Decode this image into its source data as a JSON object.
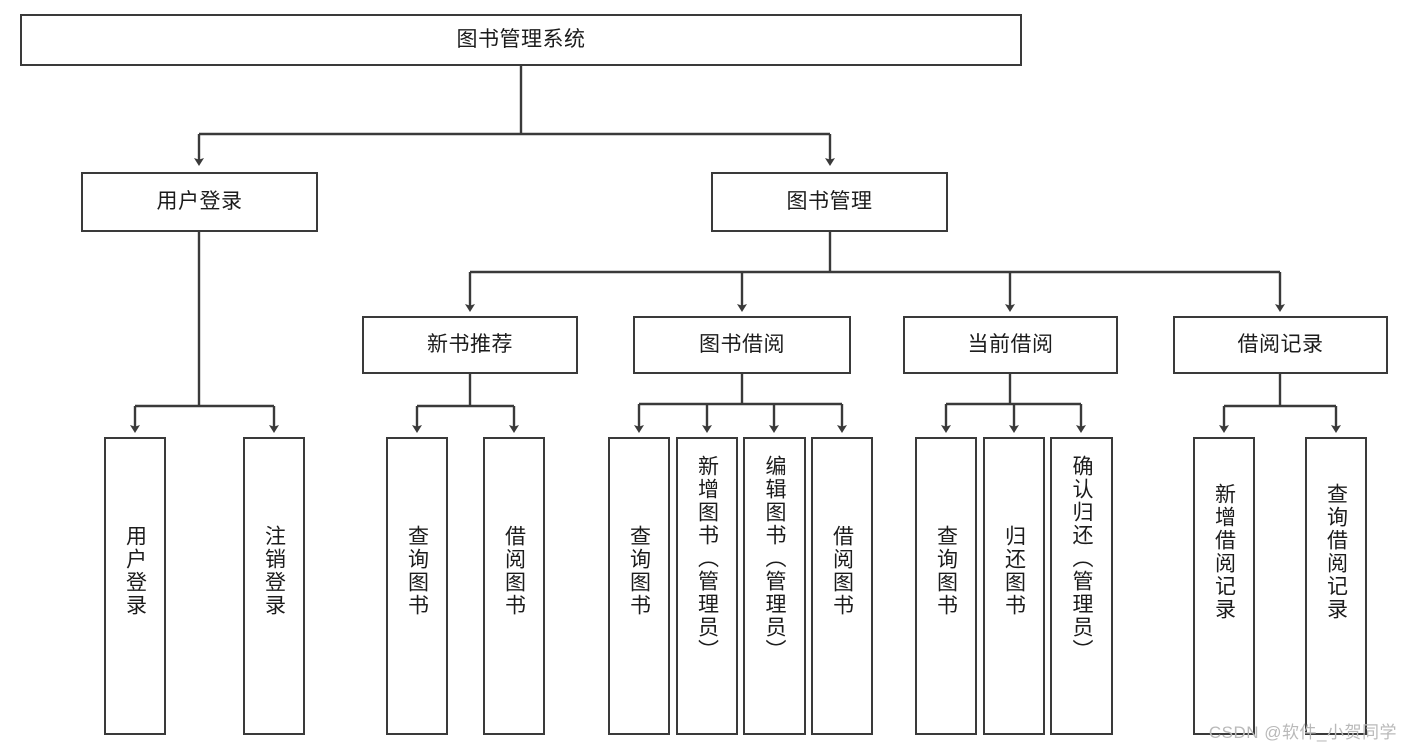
{
  "diagram": {
    "title": "图书管理系统",
    "type": "tree-hierarchy-diagram",
    "root": {
      "id": "root",
      "label": "图书管理系统"
    },
    "level2": [
      {
        "id": "user-login",
        "label": "用户登录"
      },
      {
        "id": "book-manage",
        "label": "图书管理"
      }
    ],
    "level3": [
      {
        "id": "new-book-recommend",
        "label": "新书推荐",
        "parent": "book-manage"
      },
      {
        "id": "book-borrow",
        "label": "图书借阅",
        "parent": "book-manage"
      },
      {
        "id": "current-borrow",
        "label": "当前借阅",
        "parent": "book-manage"
      },
      {
        "id": "borrow-record",
        "label": "借阅记录",
        "parent": "book-manage"
      }
    ],
    "leaves": [
      {
        "id": "leaf-user-login",
        "label": "用户登录",
        "parent": "user-login"
      },
      {
        "id": "leaf-logout",
        "label": "注销登录",
        "parent": "user-login"
      },
      {
        "id": "leaf-query-book-1",
        "label": "查询图书",
        "parent": "new-book-recommend"
      },
      {
        "id": "leaf-borrow-book-1",
        "label": "借阅图书",
        "parent": "new-book-recommend"
      },
      {
        "id": "leaf-query-book-2",
        "label": "查询图书",
        "parent": "book-borrow"
      },
      {
        "id": "leaf-add-book",
        "label": "新增图书（管理员）",
        "parent": "book-borrow"
      },
      {
        "id": "leaf-edit-book",
        "label": "编辑图书（管理员）",
        "parent": "book-borrow"
      },
      {
        "id": "leaf-borrow-book-2",
        "label": "借阅图书",
        "parent": "book-borrow"
      },
      {
        "id": "leaf-query-book-3",
        "label": "查询图书",
        "parent": "current-borrow"
      },
      {
        "id": "leaf-return-book",
        "label": "归还图书",
        "parent": "current-borrow"
      },
      {
        "id": "leaf-confirm-return",
        "label": "确认归还（管理员）",
        "parent": "current-borrow"
      },
      {
        "id": "leaf-add-record",
        "label": "新增借阅记录",
        "parent": "borrow-record"
      },
      {
        "id": "leaf-query-record",
        "label": "查询借阅记录",
        "parent": "borrow-record"
      }
    ],
    "colors": {
      "stroke": "#3a3a3a",
      "fill": "#ffffff",
      "text": "#1c1c1c",
      "watermark": "#b9b9b9"
    }
  },
  "watermark": {
    "text": "CSDN @软件_小贺同学"
  }
}
